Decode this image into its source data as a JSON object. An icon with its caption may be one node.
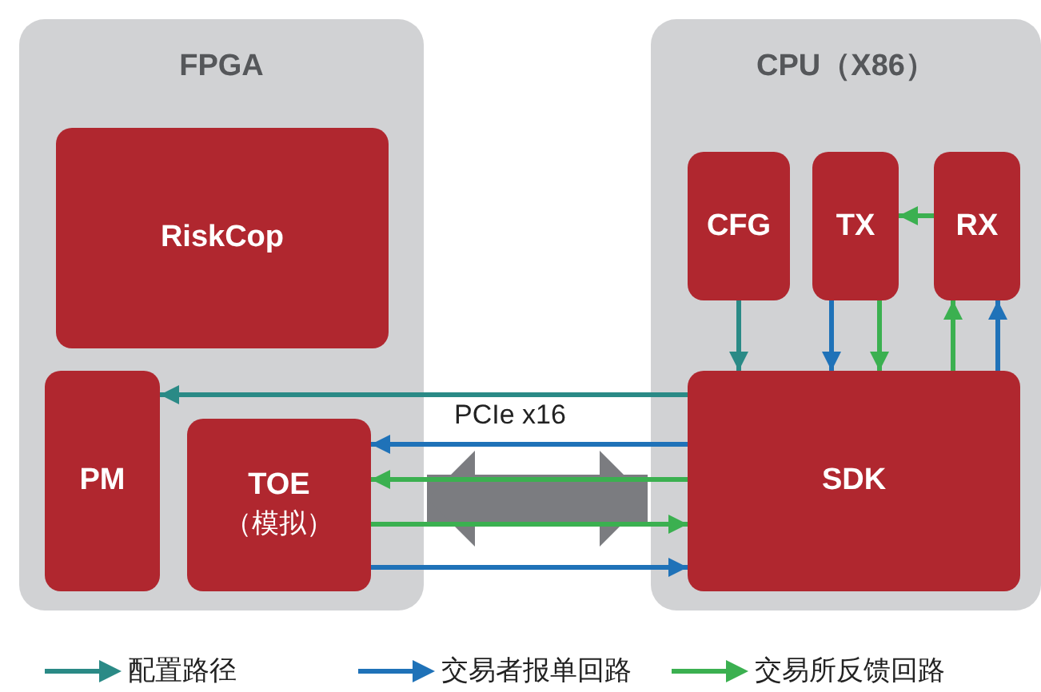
{
  "diagram": {
    "nodes": [
      {
        "text": [
          "FPGA"
        ]
      },
      {
        "text": [
          "RiskCop"
        ],
        "in": 0
      },
      {
        "text": [
          "PM"
        ],
        "in": 0
      },
      {
        "text": [
          "TOE",
          "（模拟）"
        ],
        "in": 0
      },
      {
        "text": [
          "CPU（X86）"
        ]
      },
      {
        "text": [
          "CFG"
        ],
        "in": 4
      },
      {
        "text": [
          "TX"
        ],
        "in": 4
      },
      {
        "text": [
          "RX"
        ],
        "in": 4
      },
      {
        "text": [
          "SDK"
        ],
        "in": 4
      }
    ],
    "edges": [
      {
        "from": 5,
        "to": 8,
        "arrow": "to",
        "color": "#2a8a86"
      },
      {
        "from": 8,
        "to": 2,
        "arrow": "to",
        "color": "#2a8a86"
      },
      {
        "from": 6,
        "to": 8,
        "arrow": "to",
        "color": "#1f72b8"
      },
      {
        "from": 8,
        "to": 3,
        "arrow": "to",
        "color": "#1f72b8"
      },
      {
        "from": 3,
        "to": 8,
        "arrow": "to",
        "color": "#1f72b8"
      },
      {
        "from": 8,
        "to": 7,
        "arrow": "to",
        "color": "#1f72b8"
      },
      {
        "from": 7,
        "to": 6,
        "arrow": "to"
      },
      {
        "from": 6,
        "to": 8,
        "arrow": "to"
      },
      {
        "from": 8,
        "to": 3,
        "arrow": "to"
      },
      {
        "from": 3,
        "to": 8,
        "arrow": "to"
      },
      {
        "from": 8,
        "to": 7,
        "arrow": "to"
      },
      {
        "from": 0,
        "to": 4,
        "arrow": "both",
        "style": "thick",
        "color": "#7b7c80"
      }
    ],
    "labels": [
      "PCIe x16"
    ],
    "legend": [
      {
        "text": "配置路径",
        "color": "#2a8a86"
      },
      {
        "text": "交易者报单回路",
        "color": "#1f72b8"
      },
      {
        "text": "交易所反馈回路",
        "color": "#3bb050"
      }
    ]
  }
}
